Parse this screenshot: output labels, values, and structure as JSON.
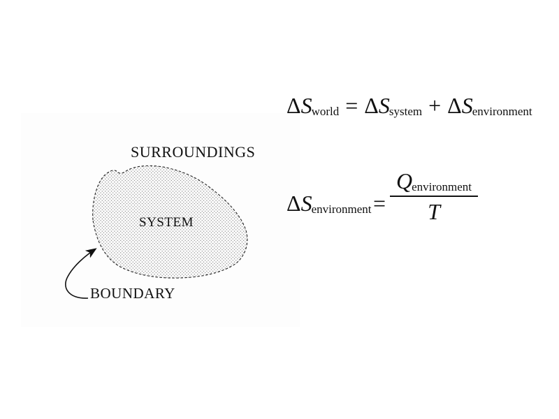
{
  "page": {
    "background_color": "#ffffff",
    "panel_color": "#fdfdfd",
    "ink_color": "#111111",
    "stipple_dot_color": "#6e6e6e"
  },
  "diagram": {
    "surroundings_label": "SURROUNDINGS",
    "system_label": "SYSTEM",
    "boundary_label": "BOUNDARY"
  },
  "equations": {
    "entropy_balance": {
      "lhs": {
        "delta": "Δ",
        "base": "S",
        "sub": "world"
      },
      "equals": "=",
      "rhs1": {
        "delta": "Δ",
        "base": "S",
        "sub": "system"
      },
      "plus": "+",
      "rhs2": {
        "delta": "Δ",
        "base": "S",
        "sub": "environment"
      }
    },
    "environment_entropy": {
      "lhs": {
        "delta": "Δ",
        "base": "S",
        "sub": "environment"
      },
      "equals": "=",
      "numerator": {
        "base": "Q",
        "sub": "environment"
      },
      "denominator": {
        "base": "T"
      }
    }
  }
}
